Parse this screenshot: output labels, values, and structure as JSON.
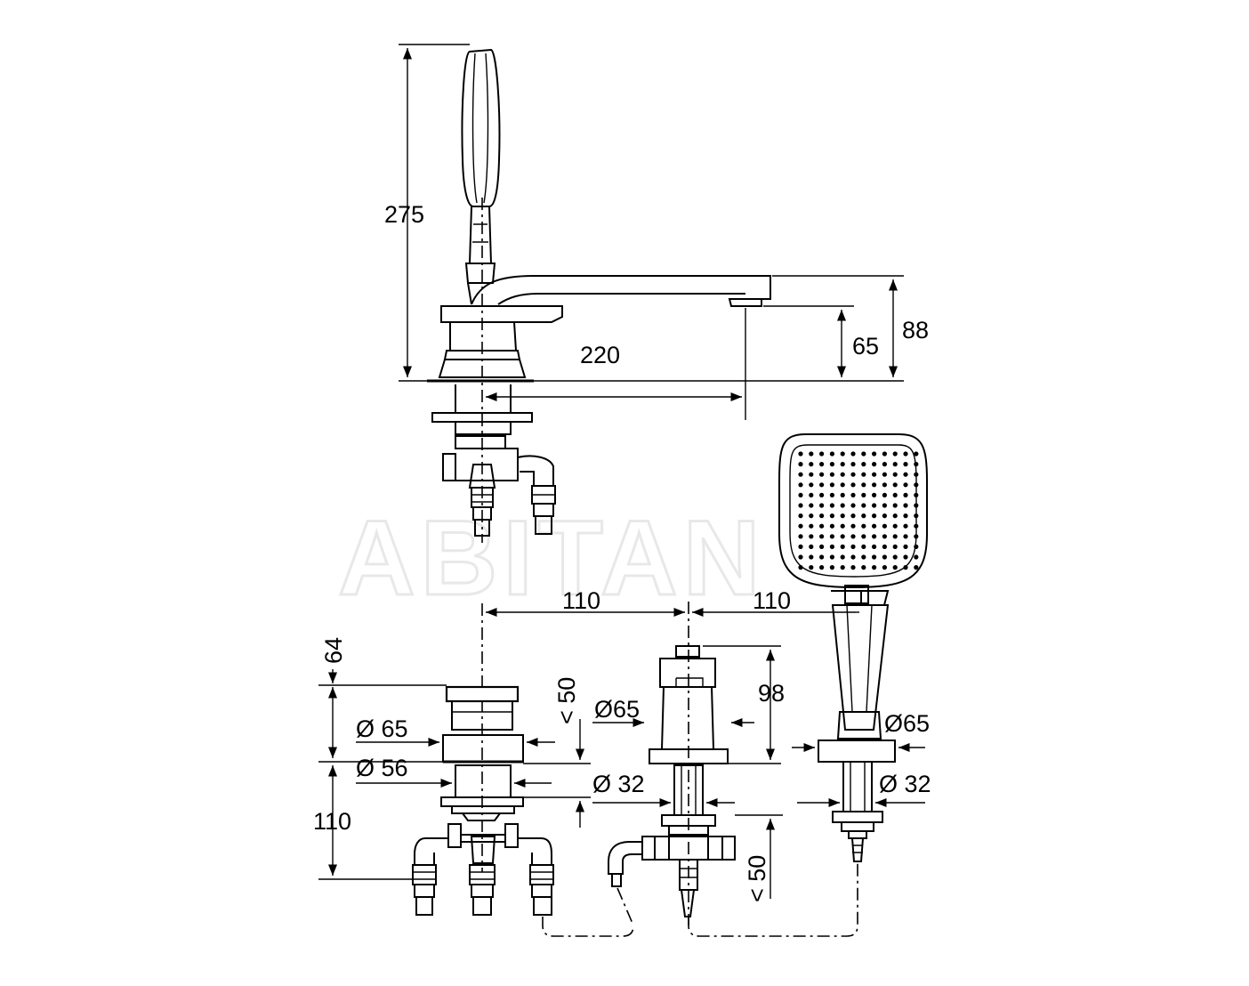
{
  "watermark": "ABITAN",
  "dimensions": {
    "height_total": "275",
    "spout_reach": "220",
    "spout_height": "65",
    "body_height": "88",
    "spacing_left": "110",
    "spacing_right": "110",
    "handle_cap": "64",
    "below_deck_left": "110",
    "dia_65_left": "Ø 65",
    "dia_56": "Ø 56",
    "deck_thickness_left": "< 50",
    "dia_65_mid": "Ø65",
    "dia_32_mid": "Ø 32",
    "valve_height": "98",
    "deck_thickness_right": "< 50",
    "dia_65_right": "Ø65",
    "dia_32_right": "Ø 32"
  }
}
